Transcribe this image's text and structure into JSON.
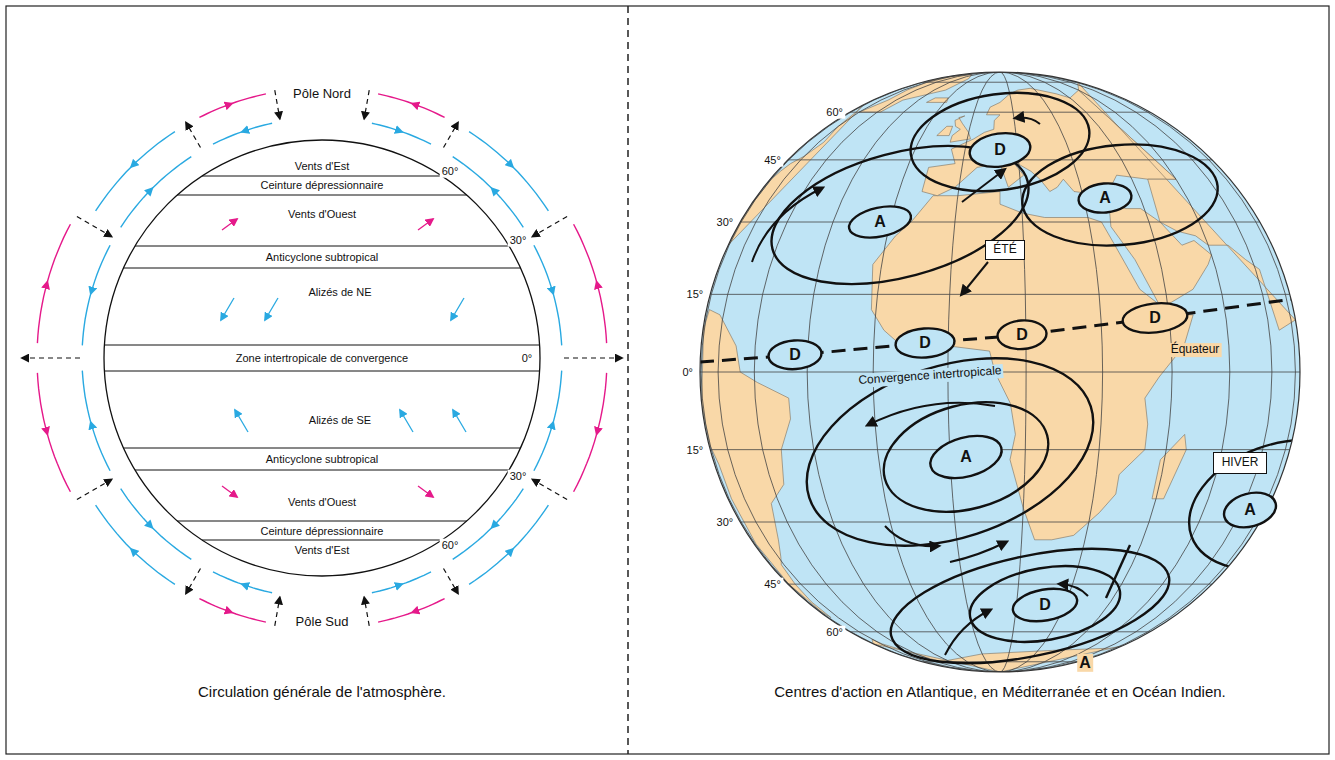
{
  "diagram": {
    "nodes": [
      {
        "text": [
          "D"
        ]
      },
      {
        "text": [
          "A"
        ]
      },
      {
        "text": [
          "A"
        ]
      },
      {
        "text": [
          "ÉTÉ"
        ]
      },
      {
        "text": [
          "D"
        ]
      },
      {
        "text": [
          "D"
        ]
      },
      {
        "text": [
          "D"
        ]
      },
      {
        "text": [
          "D"
        ]
      },
      {
        "text": [
          "A"
        ]
      },
      {
        "text": [
          "HIVER"
        ]
      },
      {
        "text": [
          "A"
        ]
      },
      {
        "text": [
          "D"
        ]
      }
    ],
    "labels": [
      "Pôle Nord",
      "Vents d'Est",
      "60°",
      "Ceinture dépressionnaire",
      "Vents d'Ouest",
      "Anticyclone subtropical",
      "30°",
      "Alizés de NE",
      "Zone intertropicale de convergence",
      "0°",
      "Alizés de SE",
      "Anticyclone subtropical",
      "30°",
      "Vents d'Ouest",
      "Ceinture dépressionnaire",
      "Vents d'Est",
      "60°",
      "Pôle Sud",
      "Circulation générale de l'atmosphère.",
      "60°",
      "45°",
      "30°",
      "15°",
      "0°",
      "15°",
      "30°",
      "45°",
      "60°",
      "Convergence intertropicale",
      "Équateur",
      "A",
      "Centres d'action en Atlantique, en Méditerranée et en Océan Indien."
    ]
  }
}
